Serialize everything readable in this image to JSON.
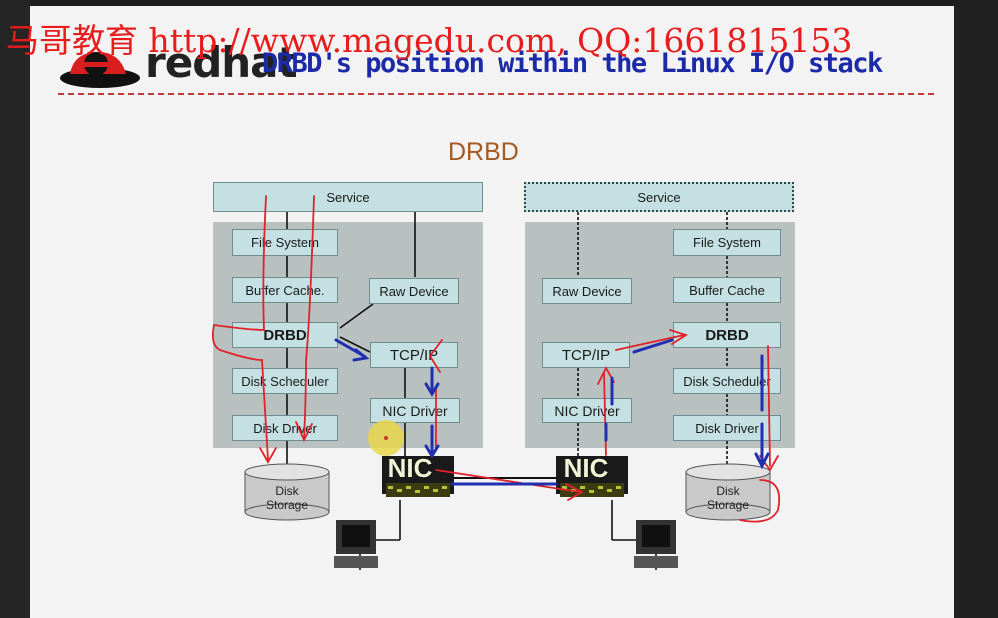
{
  "watermark": "马哥教育 http://www.magedu.com, QQ:1661815153",
  "logo": {
    "text": "redhat"
  },
  "slide_title": "DRBD's position within the Linux I/O stack",
  "diagram": {
    "title": "DRBD",
    "left": {
      "service": "Service",
      "file_system": "File System",
      "buffer_cache": "Buffer Cache.",
      "raw_device": "Raw Device",
      "drbd": "DRBD",
      "tcpip": "TCP/IP",
      "disk_scheduler": "Disk Scheduler",
      "nic_driver": "NIC Driver",
      "disk_driver": "Disk Driver",
      "nic": "NIC",
      "disk_line1": "Disk",
      "disk_line2": "Storage"
    },
    "right": {
      "service": "Service",
      "file_system": "File System",
      "raw_device": "Raw Device",
      "buffer_cache": "Buffer Cache",
      "drbd": "DRBD",
      "tcpip": "TCP/IP",
      "disk_scheduler": "Disk Scheduler",
      "nic_driver": "NIC Driver",
      "disk_driver": "Disk Driver",
      "nic": "NIC",
      "disk_line1": "Disk",
      "disk_line2": "Storage"
    }
  },
  "colors": {
    "watermark": "#e81c1c",
    "title": "#1c2aa8",
    "node_fill": "#c5e0e2",
    "panel": "#b9c0c0",
    "annotation_red": "#e0222a",
    "annotation_blue": "#1f2fb0"
  }
}
